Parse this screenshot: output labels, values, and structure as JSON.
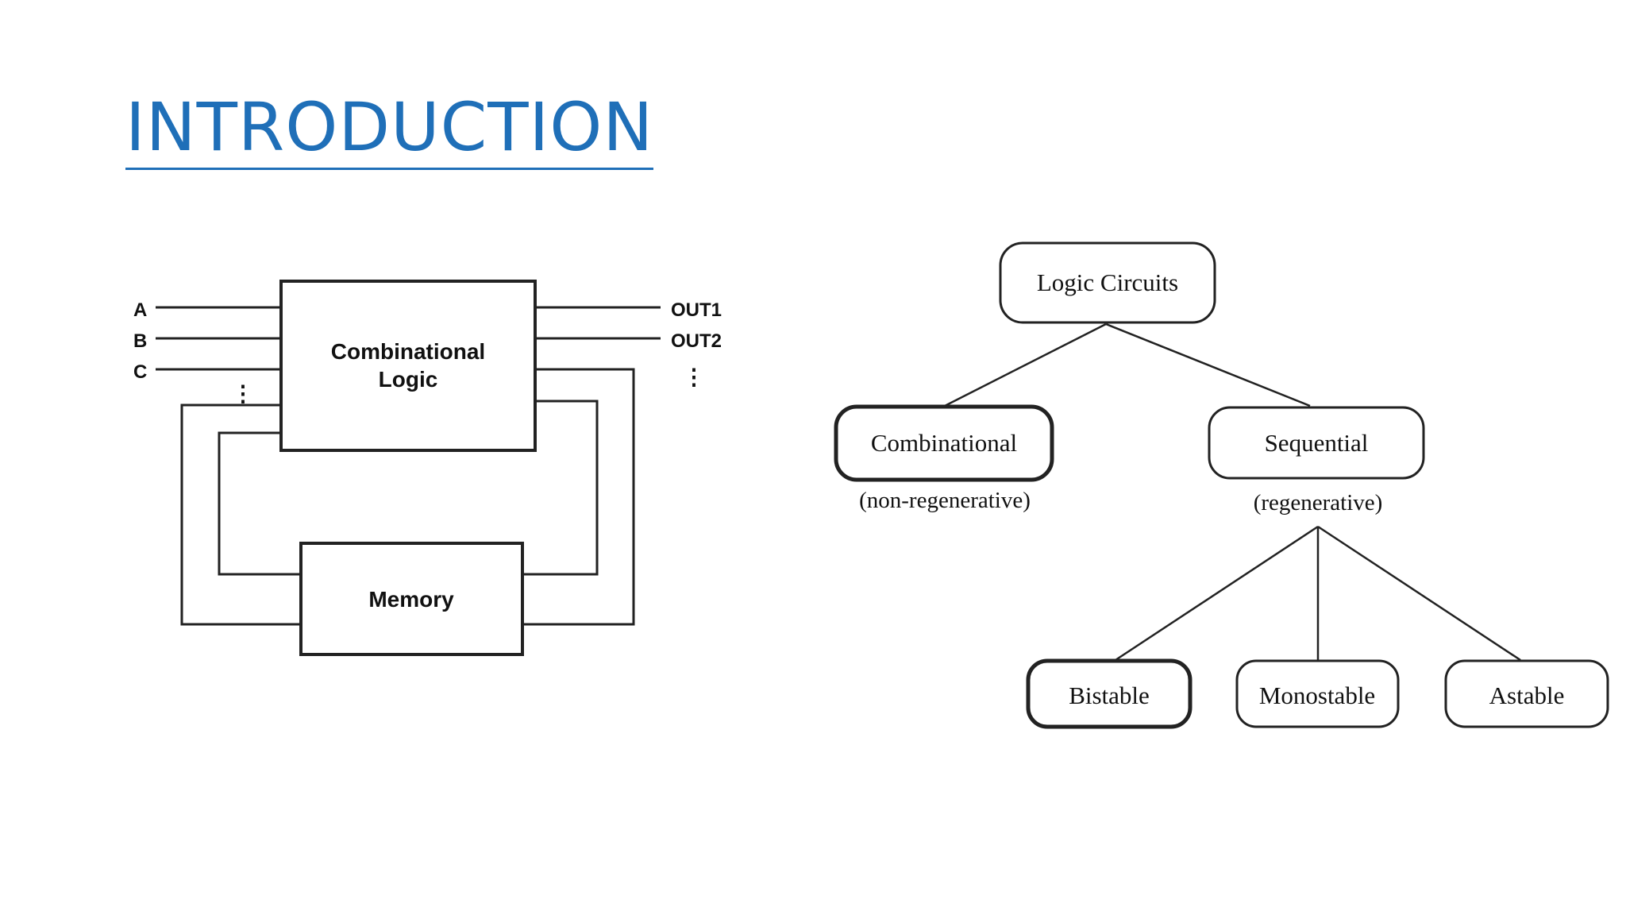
{
  "slide": {
    "title": "INTRODUCTION",
    "title_color": "#1f6fb8"
  },
  "block_diagram": {
    "inputs": [
      "A",
      "B",
      "C"
    ],
    "outputs": [
      "OUT1",
      "OUT2"
    ],
    "ellipsis": "⋮",
    "combinational_line1": "Combinational",
    "combinational_line2": "Logic",
    "memory": "Memory"
  },
  "tree": {
    "root": "Logic Circuits",
    "combinational": {
      "label": "Combinational",
      "note": "(non-regenerative)"
    },
    "sequential": {
      "label": "Sequential",
      "note": "(regenerative)"
    },
    "leaves": [
      "Bistable",
      "Monostable",
      "Astable"
    ]
  }
}
